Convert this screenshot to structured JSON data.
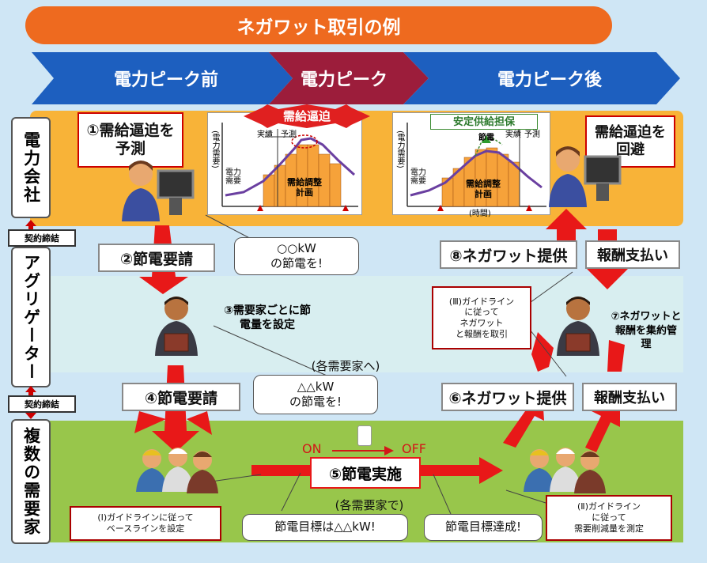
{
  "title": "ネガワット取引の例",
  "phases": [
    "電力ピーク前",
    "電力ピーク",
    "電力ピーク後"
  ],
  "lanes": {
    "power_company": "電力会社",
    "aggregator": "アグリゲーター",
    "consumers": "複数の需要家"
  },
  "contract_label": "契約締結",
  "steps": {
    "s1": "①需給逼迫を予測",
    "s2": "②節電要請",
    "s3": "③需要家ごとに節電量を設定",
    "s4": "④節電要請",
    "s5": "⑤節電実施",
    "s6": "⑥ネガワット提供",
    "s7": "⑦ネガワットと報酬を集約管理",
    "s8": "⑧ネガワット提供"
  },
  "payment_label": "報酬支払い",
  "avoid_label": "需給逼迫を回避",
  "chart_left": {
    "alert": "需給逼迫",
    "yaxis": "(電力需要)",
    "actual": "実績",
    "forecast": "予測",
    "supply": "電力需要",
    "box": "需給調整計画"
  },
  "chart_right": {
    "badge": "安定供給担保",
    "yaxis": "(電力需要)",
    "actual": "実績",
    "forecast": "予測",
    "saving": "節電",
    "supply": "電力需要",
    "box": "需給調整計画",
    "xaxis": "(時間)"
  },
  "speech": {
    "kw1_line1": "○○kW",
    "kw1_line2": "の節電を!",
    "each_consumer": "(各需要家へ)",
    "kw2_line1": "△△kW",
    "kw2_line2": "の節電を!",
    "each_consumer2": "(各需要家で)",
    "target": "節電目標は△△kW!",
    "achieved": "節電目標達成!"
  },
  "switch": {
    "on": "ON",
    "off": "OFF"
  },
  "notes": {
    "n1_line1": "(Ⅰ)ガイドラインに従って",
    "n1_line2": "ベースラインを設定",
    "n2_line1": "(Ⅱ)ガイドライン",
    "n2_line2": "に従って",
    "n2_line3": "需要削減量を測定",
    "n3_line1": "(Ⅲ)ガイドライン",
    "n3_line2": "に従って",
    "n3_line3": "ネガワット",
    "n3_line4": "と報酬を取引"
  }
}
